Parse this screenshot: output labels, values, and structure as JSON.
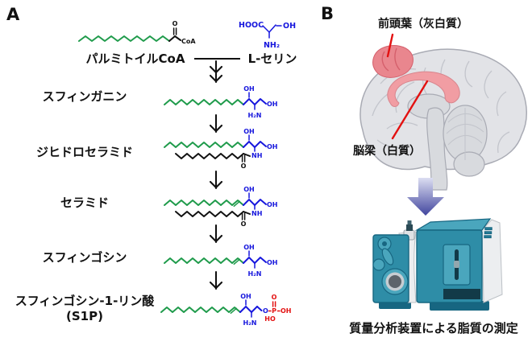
{
  "colors": {
    "chain_green": "#1f9b4b",
    "head_blue": "#1717dd",
    "phosphate_red": "#e31111",
    "annotation_red": "#e31111",
    "brain_fill": "#e2e3e7",
    "brain_part_fill": "#d8dade",
    "brain_outline": "#a9abb4",
    "brain_gyri": "#c3c5cc",
    "highlight_pink": "#f19da3",
    "highlight_pink_edge": "#d8858d",
    "highlight_patch": "#e9868e",
    "highlight_patch_edge": "#d5606c",
    "arrow_top": "#dcdef2",
    "arrow_bottom": "#41459e",
    "machine_teal": "#2e8da7",
    "machine_teal_light": "#4aa6bd",
    "machine_dark": "#176681",
    "machine_recess": "#123a48",
    "machine_white": "#eceef0"
  },
  "panel_a": {
    "label": "A",
    "palmitoyl_coa": {
      "label": "パルミトイルCoA",
      "o": "O",
      "coa": "CoA"
    },
    "l_serine": {
      "label": "L-セリン",
      "hooc": "HOOC",
      "oh": "OH",
      "nh2": "NH₂"
    },
    "sphinganine": {
      "label": "スフィンガニン",
      "oh_top": "OH",
      "h2n": "H₂N",
      "oh_end": "OH"
    },
    "dihydroceramide": {
      "label": "ジヒドロセラミド",
      "oh_top": "OH",
      "oh_end": "OH",
      "nh": "NH",
      "o": "O"
    },
    "ceramide": {
      "label": "セラミド",
      "oh_top": "OH",
      "oh_end": "OH",
      "nh": "NH",
      "o": "O"
    },
    "sphingosine": {
      "label": "スフィンゴシン",
      "oh_top": "OH",
      "h2n": "H₂N",
      "oh_end": "OH"
    },
    "s1p": {
      "label": "スフィンゴシン-1-リン酸",
      "sublabel": "(S1P)",
      "oh_top": "OH",
      "h2n": "H₂N",
      "o_link": "O",
      "p": "P",
      "o_dbl": "O",
      "oh_right": "OH",
      "ho_below": "HO"
    }
  },
  "panel_b": {
    "label": "B",
    "annotation_frontal": "前頭葉（灰白質）",
    "annotation_corpus": "脳梁（白質）",
    "caption": "質量分析装置による脂質の測定"
  }
}
